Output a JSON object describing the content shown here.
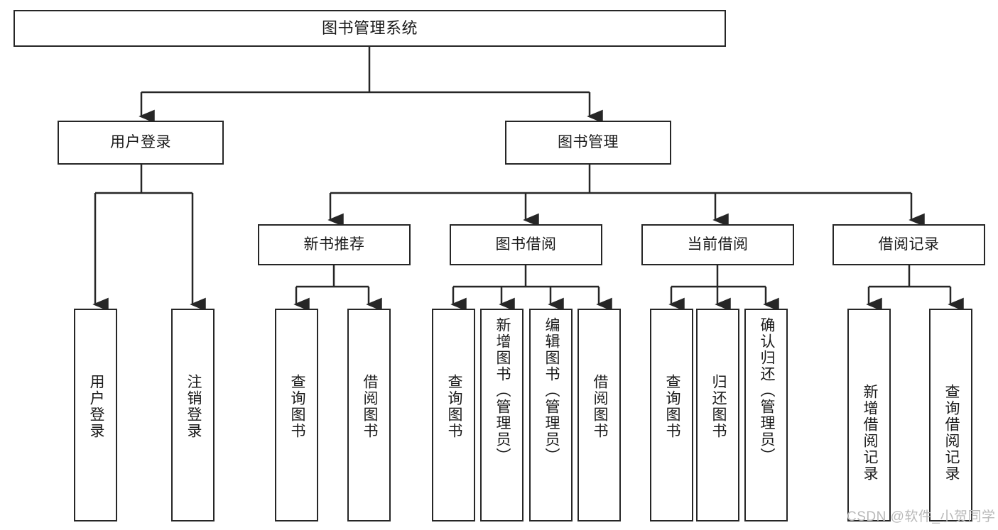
{
  "diagram": {
    "title": "图书管理系统",
    "type": "tree-hierarchy",
    "root": {
      "label": "图书管理系统"
    },
    "level2": [
      {
        "label": "用户登录"
      },
      {
        "label": "图书管理"
      }
    ],
    "level3": [
      {
        "label": "新书推荐"
      },
      {
        "label": "图书借阅"
      },
      {
        "label": "当前借阅"
      },
      {
        "label": "借阅记录"
      }
    ],
    "leaves": {
      "user_login": [
        {
          "label": "用户登录"
        },
        {
          "label": "注销登录"
        }
      ],
      "new_book_recommend": [
        {
          "label": "查询图书"
        },
        {
          "label": "借阅图书"
        }
      ],
      "book_borrow": [
        {
          "label": "查询图书"
        },
        {
          "label": "新增图书（管理员）"
        },
        {
          "label": "编辑图书（管理员）"
        },
        {
          "label": "借阅图书"
        }
      ],
      "current_borrow": [
        {
          "label": "查询图书"
        },
        {
          "label": "归还图书"
        },
        {
          "label": "确认归还（管理员）"
        }
      ],
      "borrow_record": [
        {
          "label": "新增借阅记录"
        },
        {
          "label": "查询借阅记录"
        }
      ]
    }
  },
  "watermark": {
    "text": "CSDN @软件_小贺同学"
  },
  "colors": {
    "stroke": "#262626",
    "background": "#ffffff",
    "text": "#1a1a1a",
    "watermark": "#b9b9b9"
  }
}
